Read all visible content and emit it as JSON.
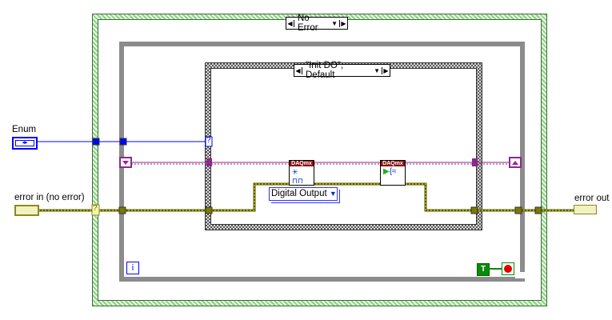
{
  "outer_case": {
    "selector": "No Error"
  },
  "inner_case": {
    "selector": "\"Init DO\", Default"
  },
  "controls": {
    "enum_label": "Enum",
    "error_in_label": "error in (no error)",
    "error_out_label": "error out"
  },
  "nodes": {
    "create_channel_header": "DAQmx",
    "write_header": "DAQmx",
    "constant": "Digital Output"
  },
  "loop": {
    "iteration": "i",
    "stop_const": "T",
    "tunnel_question": "?"
  },
  "colors": {
    "enum_wire": "#0000ff",
    "error_wire": "#c8c800",
    "purple_wire": "#8b2a8b",
    "case_green": "#8fcf86",
    "loop_gray": "#8c8c8c"
  }
}
